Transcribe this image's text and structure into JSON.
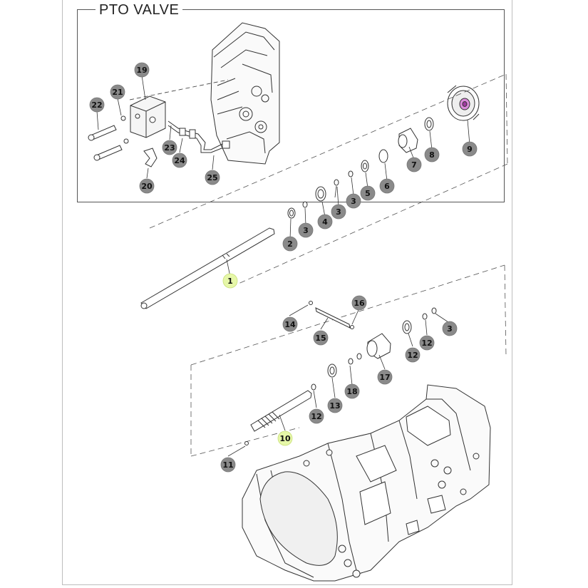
{
  "diagram": {
    "title": "PTO VALVE",
    "highlight_color": "#e6f7a8",
    "callout_color": "#8a8a8a",
    "callouts": [
      {
        "label": "1",
        "highlighted": true
      },
      {
        "label": "2"
      },
      {
        "label": "3"
      },
      {
        "label": "4"
      },
      {
        "label": "3"
      },
      {
        "label": "3"
      },
      {
        "label": "5"
      },
      {
        "label": "6"
      },
      {
        "label": "7"
      },
      {
        "label": "8"
      },
      {
        "label": "9"
      },
      {
        "label": "10",
        "highlighted": true
      },
      {
        "label": "11"
      },
      {
        "label": "12"
      },
      {
        "label": "13"
      },
      {
        "label": "18"
      },
      {
        "label": "17"
      },
      {
        "label": "12"
      },
      {
        "label": "12"
      },
      {
        "label": "3"
      },
      {
        "label": "14"
      },
      {
        "label": "15"
      },
      {
        "label": "16"
      },
      {
        "label": "19"
      },
      {
        "label": "20"
      },
      {
        "label": "21"
      },
      {
        "label": "22"
      },
      {
        "label": "23"
      },
      {
        "label": "24"
      },
      {
        "label": "25"
      }
    ]
  }
}
